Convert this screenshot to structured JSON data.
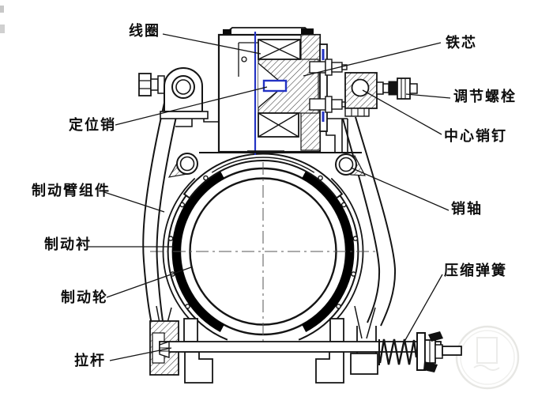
{
  "diagram": {
    "description": "electromagnetic drum brake sectional diagram",
    "labels": [
      {
        "id": "coil",
        "text": "线圈"
      },
      {
        "id": "iron-core",
        "text": "铁芯"
      },
      {
        "id": "adjusting-bolt",
        "text": "调节螺栓"
      },
      {
        "id": "center-pin",
        "text": "中心销钉"
      },
      {
        "id": "locating-pin",
        "text": "定位销"
      },
      {
        "id": "brake-arm-assembly",
        "text": "制动臂组件"
      },
      {
        "id": "pin-shaft",
        "text": "销轴"
      },
      {
        "id": "brake-lining",
        "text": "制动衬"
      },
      {
        "id": "brake-wheel",
        "text": "制动轮"
      },
      {
        "id": "compression-spring",
        "text": "压缩弹簧"
      },
      {
        "id": "pull-rod",
        "text": "拉杆"
      }
    ],
    "colors": {
      "line": "#141414",
      "accent_blue": "#2433c4",
      "lining_black": "#000000",
      "background": "#ffffff",
      "watermark": "#e7e7e4"
    }
  }
}
